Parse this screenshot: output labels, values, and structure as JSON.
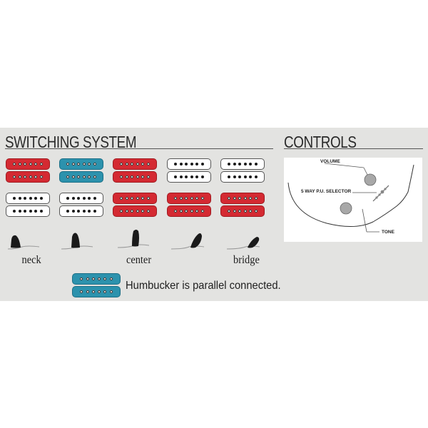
{
  "switching": {
    "title": "SWITCHING SYSTEM",
    "positions": [
      {
        "neck": "red",
        "bridge": "white"
      },
      {
        "neck": "blue",
        "bridge": "white"
      },
      {
        "neck": "red",
        "bridge": "red"
      },
      {
        "neck": "white",
        "bridge": "red"
      },
      {
        "neck": "white",
        "bridge": "red"
      }
    ],
    "labels": {
      "neck": "neck",
      "center": "center",
      "bridge": "bridge"
    },
    "legend": {
      "color": "blue",
      "text": "Humbucker is parallel connected."
    }
  },
  "controls": {
    "title": "CONTROLS",
    "volume": "VOLUME",
    "selector": "5 WAY P.U. SELECTOR",
    "tone": "TONE"
  },
  "colors": {
    "red": "#d42a32",
    "blue": "#2c92ad",
    "white": "#ffffff",
    "panel": "#e3e3e1"
  }
}
